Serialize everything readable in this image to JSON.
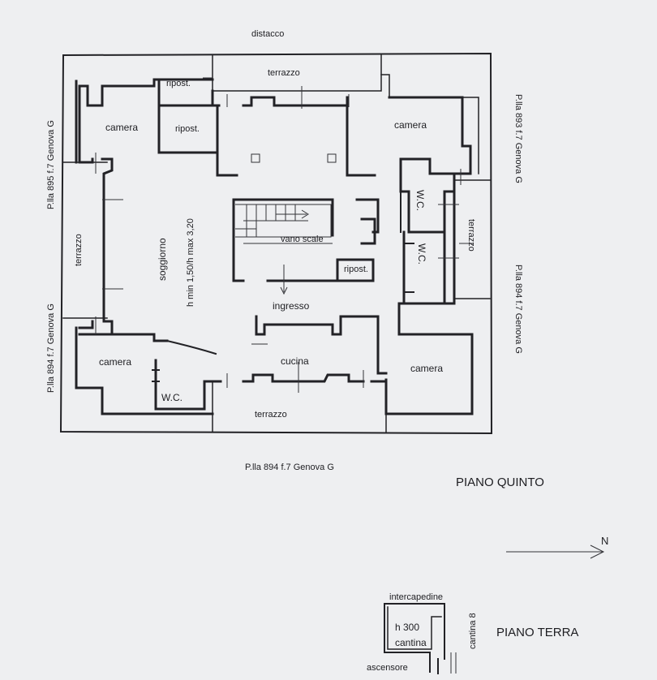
{
  "plans": {
    "fifth_floor": {
      "title": "PIANO QUINTO",
      "boundaries": {
        "top": "distacco",
        "bottom": "P.lla 894 f.7 Genova G",
        "left_upper": "P.lla 895 f.7 Genova G",
        "left_lower": "P.lla 894 f.7 Genova G",
        "right_upper": "P.lla 893 f.7 Genova G",
        "right_lower": "P.lla 894 f.7 Genova G"
      },
      "rooms": {
        "terrazzo_top": "terrazzo",
        "terrazzo_left": "terrazzo",
        "terrazzo_right": "terrazzo",
        "terrazzo_bottom": "terrazzo",
        "ripost_top": "ripost.",
        "ripost_mid": "ripost.",
        "ripost_stair": "ripost.",
        "camera_nw": "camera",
        "camera_ne": "camera",
        "camera_sw": "camera",
        "camera_se": "camera",
        "soggiorno": "soggiorno",
        "height_note": "h min 1,50/h max 3,20",
        "vano_scale": "vano scale",
        "ingresso": "ingresso",
        "cucina": "cucina",
        "wc_right_1": "W.C.",
        "wc_right_2": "W.C.",
        "wc_left": "W.C."
      }
    },
    "ground_floor": {
      "title": "PIANO TERRA",
      "labels": {
        "intercapedine": "intercapedine",
        "height": "h 300",
        "cantina": "cantina",
        "cantina_number": "cantina 8",
        "ascensore": "ascensore"
      }
    },
    "north_label": "N"
  }
}
